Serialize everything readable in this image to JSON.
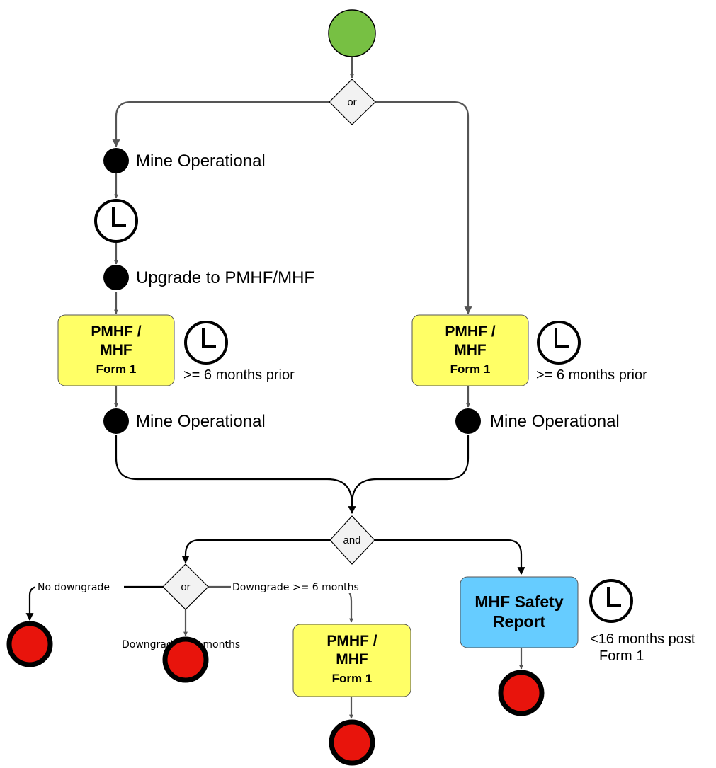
{
  "gateways": {
    "top_or": "or",
    "and": "and",
    "bottom_or": "or"
  },
  "left_branch": {
    "event1": "Mine Operational",
    "event2": "Upgrade to PMHF/MHF",
    "task": {
      "line1": "PMHF /",
      "line2": "MHF",
      "line3": "Form 1"
    },
    "timer_note": ">= 6 months prior",
    "event3": "Mine Operational"
  },
  "right_branch": {
    "task": {
      "line1": "PMHF /",
      "line2": "MHF",
      "line3": "Form 1"
    },
    "timer_note": ">= 6 months prior",
    "event": "Mine Operational"
  },
  "bottom": {
    "no_downgrade": "No downgrade",
    "downgrade_lt": "Downgrade < 6 months",
    "downgrade_ge": "Downgrade >= 6 months",
    "form_task": {
      "line1": "PMHF /",
      "line2": "MHF",
      "line3": "Form 1"
    },
    "safety_task": {
      "line1": "MHF Safety",
      "line2": "Report"
    },
    "timer_note_line1": "<16 months post",
    "timer_note_line2": "Form 1"
  },
  "colors": {
    "start": "#77c043",
    "end": "#e8140c",
    "task_yellow": "#ffff66",
    "task_blue": "#66ccff",
    "gateway_fill": "#f2f2f2"
  }
}
